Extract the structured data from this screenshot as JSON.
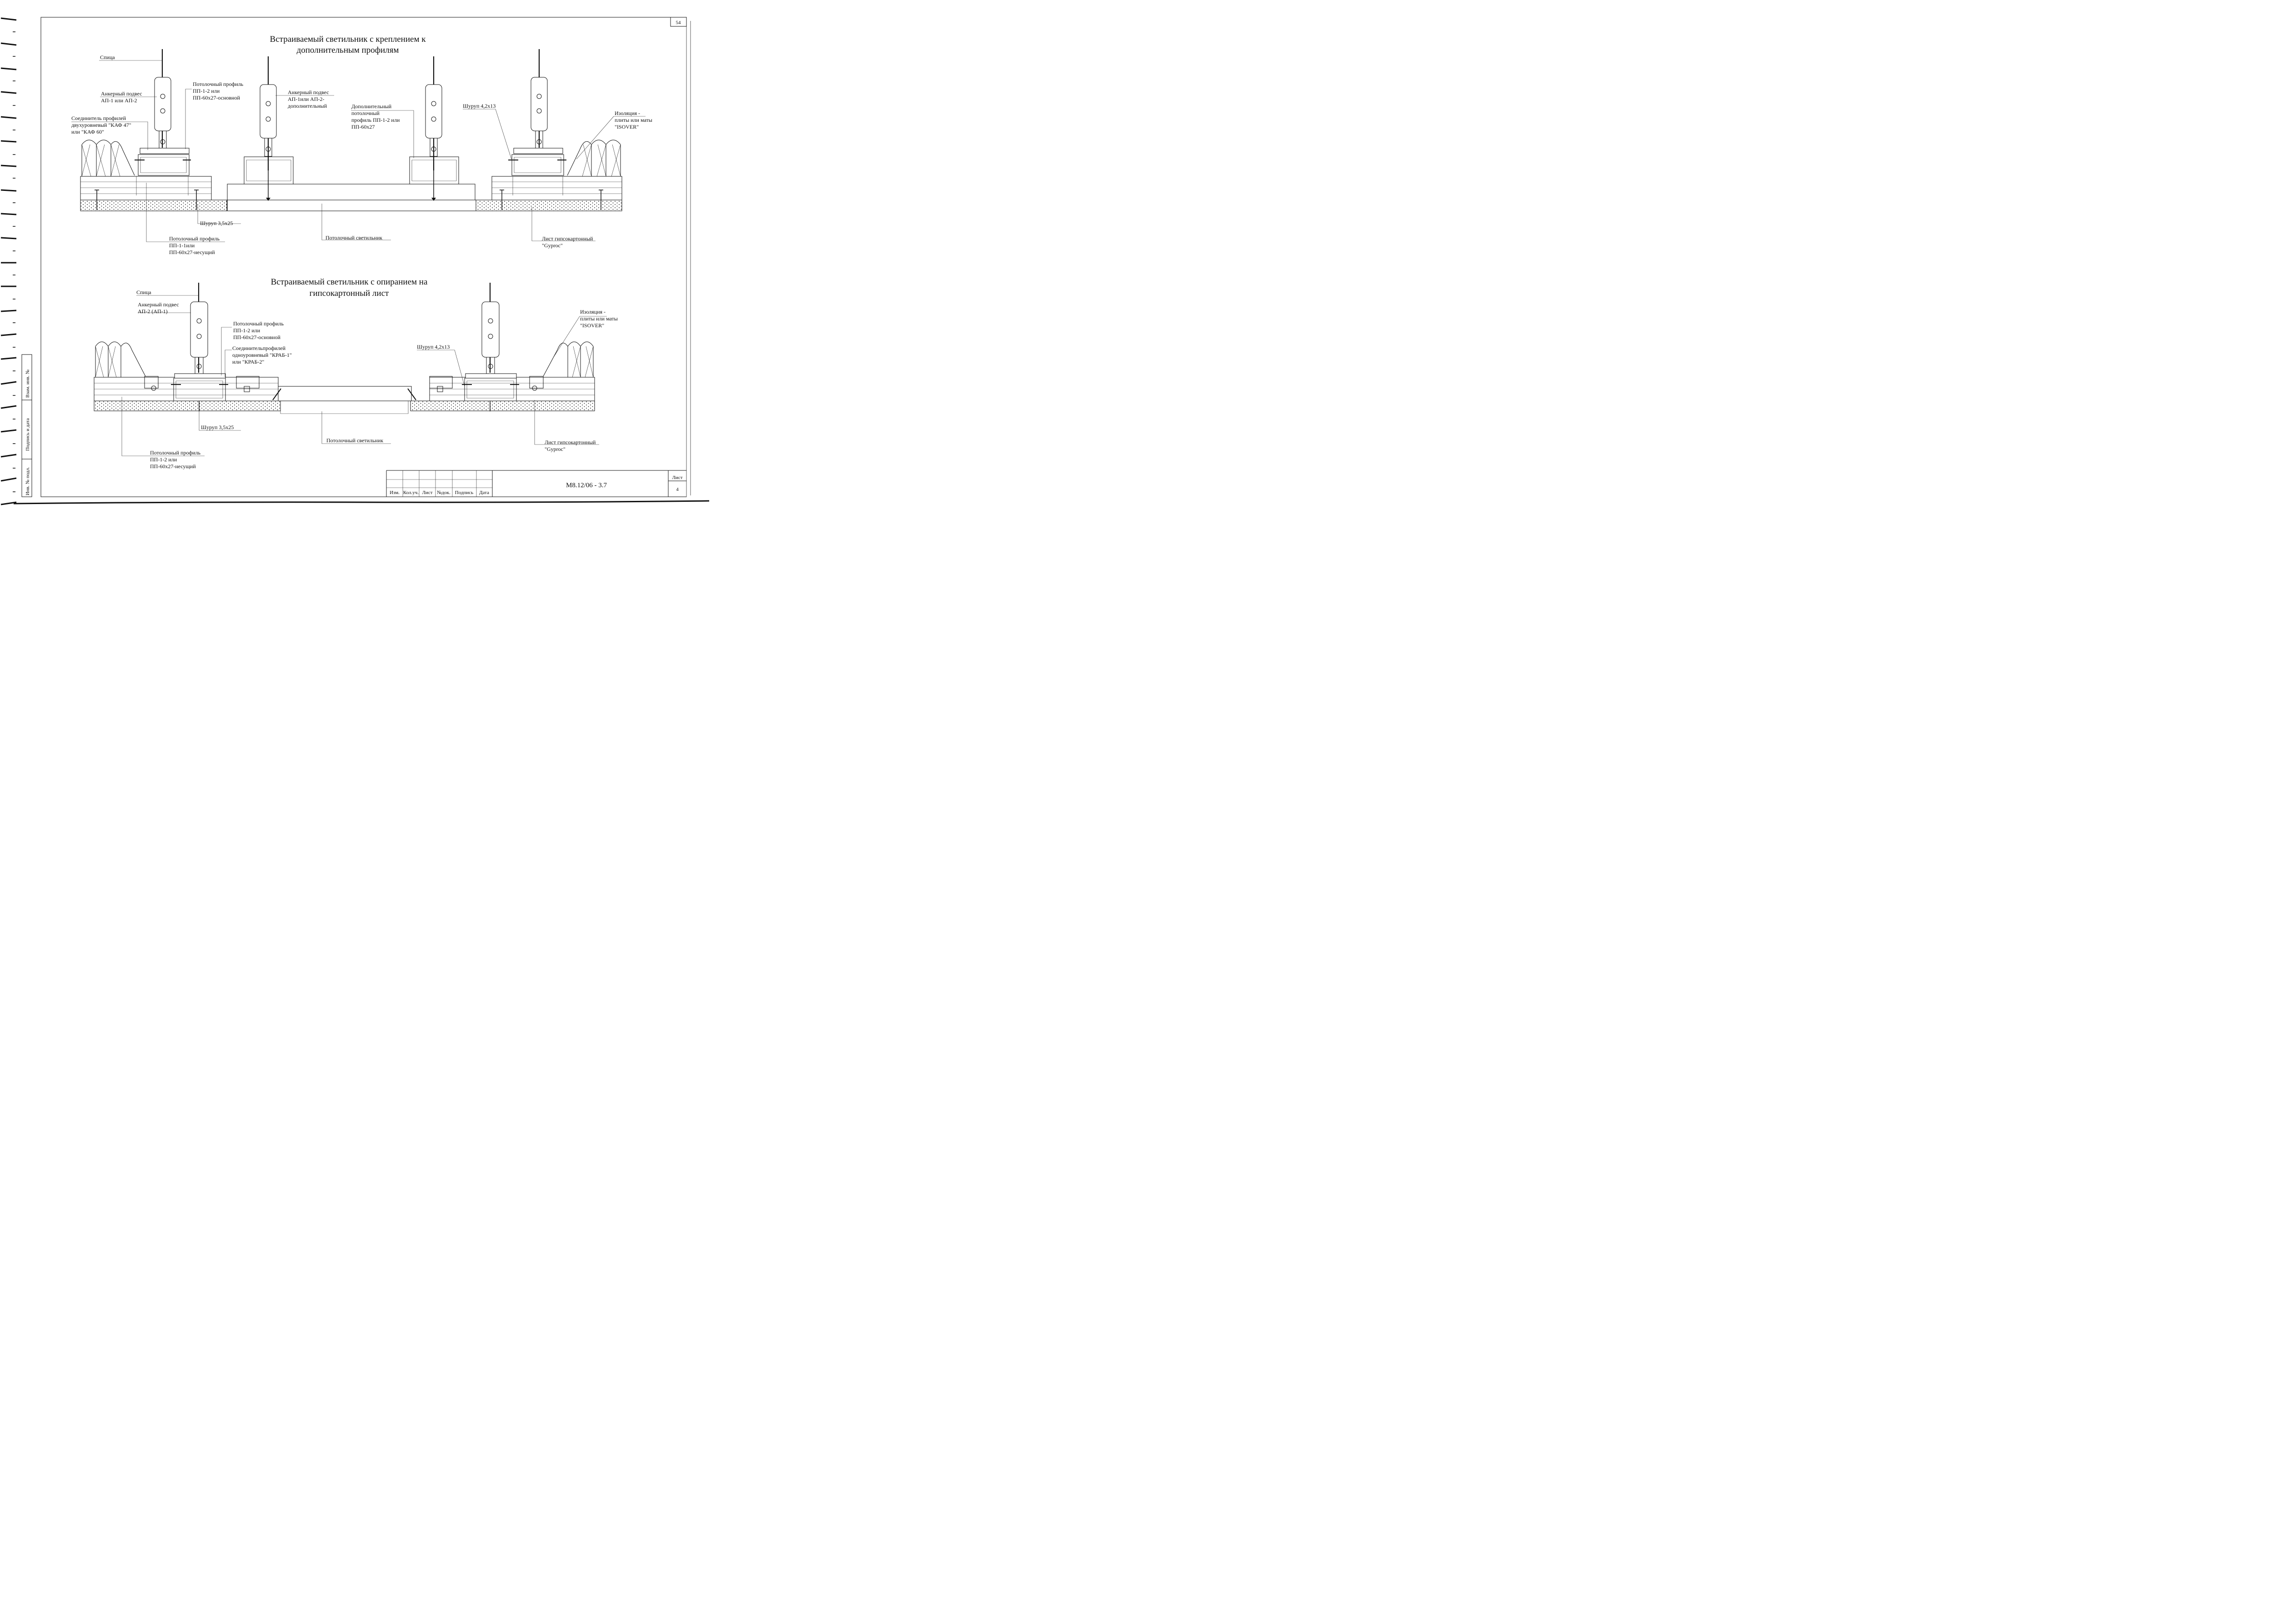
{
  "sheet": {
    "page_number": "54",
    "title_block": {
      "doc_code": "М8.12/06 - 3.7",
      "sheet_label": "Лист",
      "sheet_number": "4",
      "columns": [
        "Изм.",
        "Кол.уч.",
        "Лист",
        "№док.",
        "Подпись",
        "Дата"
      ]
    },
    "side_stamps": [
      "Взам. инв. №",
      "Подпись и дата",
      "Инв. № подл."
    ]
  },
  "diagram1": {
    "title_line1": "Встраиваемый светильник с креплением  к",
    "title_line2": "дополнительным профилям",
    "labels": {
      "spica": "Спица",
      "anchor_1": "Анкерный подвес",
      "anchor_2": "АП-1 или АП-2",
      "ceiling_main_1": "Потолочный профиль",
      "ceiling_main_2": "ПП-1-2 или",
      "ceiling_main_3": "ПП-60х27-основной",
      "anchor_extra_1": "Анкерный подвес",
      "anchor_extra_2": "АП-1или АП-2-",
      "anchor_extra_3": "дополнительный",
      "extra_profile_1": "Дополнительный",
      "extra_profile_2": "потолочный",
      "extra_profile_3": "профиль ПП-1-2 или",
      "extra_profile_4": "ПП-60х27",
      "screw_small": "Шуруп 4,2х13",
      "insulation_1": "Изоляция -",
      "insulation_2": "плиты или маты",
      "insulation_3": "\"ISOVER\"",
      "connector_1": "Соединитель профилей",
      "connector_2": "двухуровневый \"КАФ 47\"",
      "connector_3": "или \"КАФ 60\"",
      "screw_large": "Шуруп 3,5х25",
      "bearing_1": "Потолочный профиль",
      "bearing_2": "ПП-1-1или",
      "bearing_3": "ПП-60х27-несущий",
      "luminaire": "Потолочный светильник",
      "gypsum_1": "Лист гипсокартонный",
      "gypsum_2": "\"Gyproc\""
    }
  },
  "diagram2": {
    "title_line1": "Встраиваемый светильник с опиранием на",
    "title_line2": "гипсокартонный лист",
    "labels": {
      "spica": "Спица",
      "anchor_1": "Анкерный подвес",
      "anchor_2": "АП-2 (АП-1)",
      "ceiling_main_1": "Потолочный профиль",
      "ceiling_main_2": "ПП-1-2 или",
      "ceiling_main_3": "ПП-60х27-основной",
      "connector_1": "Соединительпрофилей",
      "connector_2": "одноуровневый \"КРАБ-1\"",
      "connector_3": "или \"КРАБ-2\"",
      "screw_small": "Шуруп 4,2х13",
      "insulation_1": "Изоляция -",
      "insulation_2": "плиты или маты",
      "insulation_3": "\"ISOVER\"",
      "screw_large": "Шуруп 3,5х25",
      "luminaire": "Потолочный светильник",
      "gypsum_1": "Лист гипсокартонный",
      "gypsum_2": "\"Gyproc\"",
      "bearing_1": "Потолочный профиль",
      "bearing_2": "ПП-1-2 или",
      "bearing_3": "ПП-60х27-несущий"
    }
  }
}
